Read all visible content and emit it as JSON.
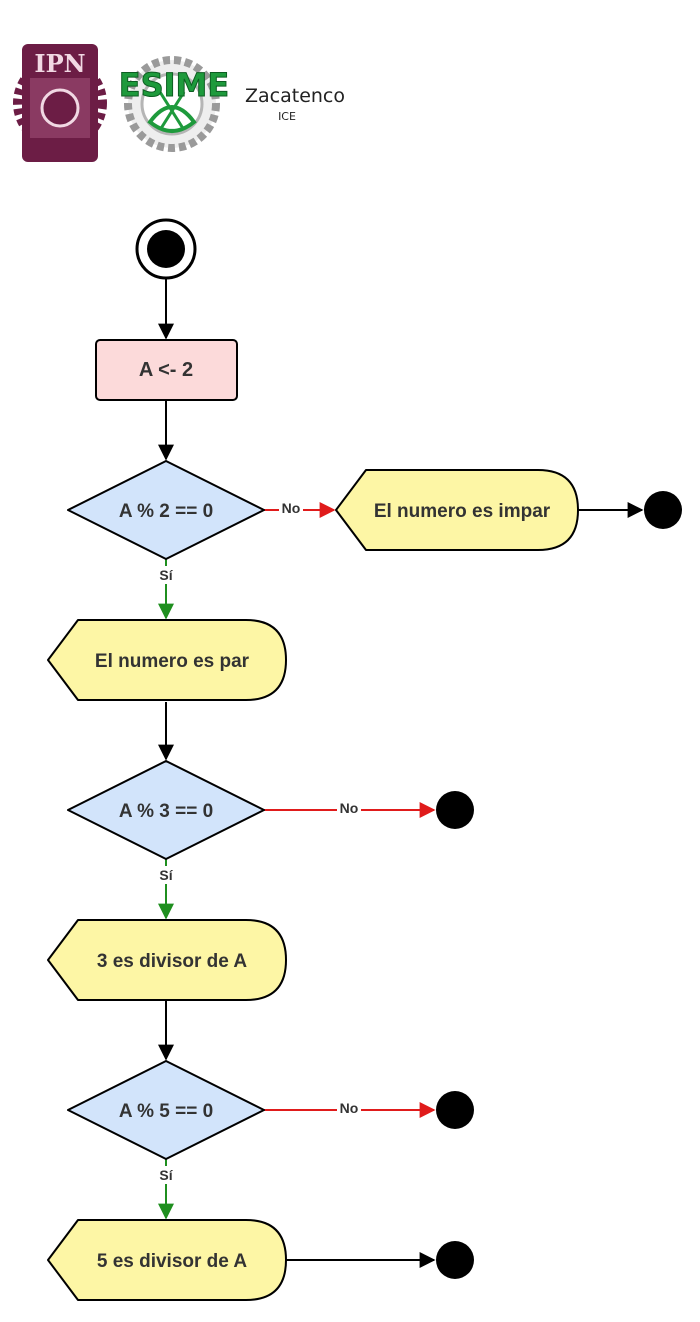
{
  "header": {
    "logo_ipn": {
      "text": "IPN",
      "color": "#6c1d45"
    },
    "logo_esime": {
      "text": "ESIME",
      "color": "#1e9a3c"
    },
    "campus": "Zacatenco",
    "career": "ICE"
  },
  "colors": {
    "action_fill": "#fcdada",
    "decision_fill": "#d2e4fb",
    "display_fill": "#fdf6a5",
    "stroke": "#000000",
    "yes_edge": "#1f8f1f",
    "no_edge": "#e01b1b",
    "text": "#333333"
  },
  "nodes": {
    "assign": "A <- 2",
    "decision_2": "A % 2 == 0",
    "output_impar": "El numero es impar",
    "output_par": "El numero es par",
    "decision_3": "A % 3 == 0",
    "output_div3": "3 es divisor de A",
    "decision_5": "A % 5 == 0",
    "output_div5": "5 es divisor de A"
  },
  "edge_labels": {
    "yes": "Sí",
    "no": "No"
  }
}
